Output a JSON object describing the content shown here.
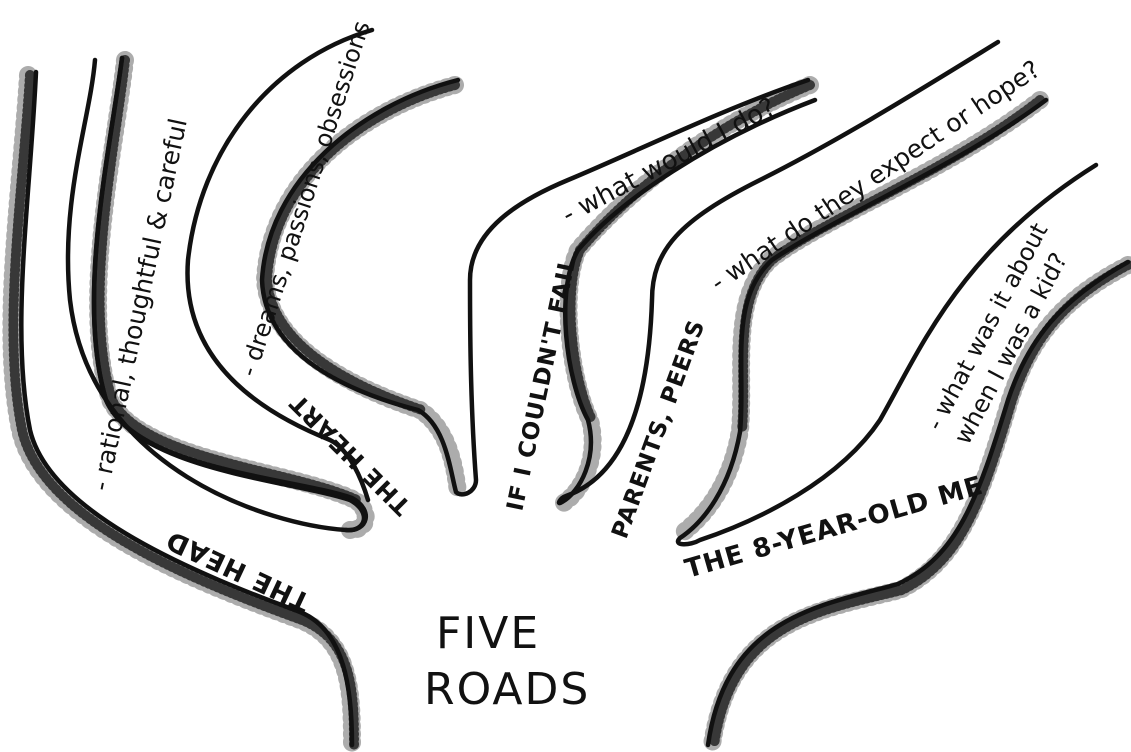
{
  "title": {
    "line1": "FIVE",
    "line2": "ROADS"
  },
  "roads": [
    {
      "name": "THE HEAD",
      "desc": "- rational, thoughtful & careful"
    },
    {
      "name": "THE HEART",
      "desc": "- dreams, passions, obsessions"
    },
    {
      "name": "IF I COULDN'T FAIL",
      "desc": "- what would I do?"
    },
    {
      "name": "PARENTS, PEERS",
      "desc": "- what do they expect or hope?"
    },
    {
      "name": "THE 8-YEAR-OLD ME",
      "desc_line1": "- what was it about",
      "desc_line2": "when I was a kid?"
    }
  ]
}
